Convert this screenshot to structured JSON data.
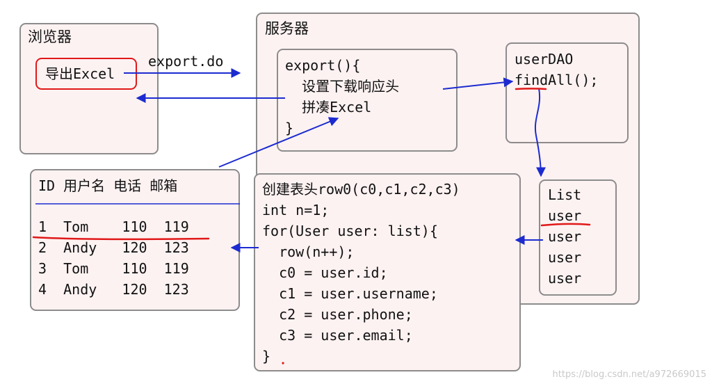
{
  "browser": {
    "title": "浏览器",
    "export_button": "导出Excel"
  },
  "server": {
    "title": "服务器",
    "export_func": {
      "lines": [
        "export(){",
        "  设置下载响应头",
        "  拼凑Excel",
        "}"
      ]
    },
    "dao": {
      "lines": [
        "userDAO",
        "findAll();"
      ]
    },
    "list": {
      "lines": [
        "List",
        "user",
        "user",
        "user",
        "user"
      ]
    }
  },
  "arrows": {
    "request_label": "export.do"
  },
  "excel_table": {
    "header": "ID 用户名 电话 邮箱",
    "rows": [
      "1  Tom    110  119",
      "2  Andy   120  123",
      "3  Tom    110  119",
      "4  Andy   120  123"
    ]
  },
  "code_block": {
    "lines": [
      "创建表头row0(c0,c1,c2,c3)",
      "int n=1;",
      "for(User user: list){",
      "  row(n++);",
      "  c0 = user.id;",
      "  c1 = user.username;",
      "  c2 = user.phone;",
      "  c3 = user.email;",
      "} "
    ]
  },
  "watermark": "https://blog.csdn.net/a972669015",
  "colors": {
    "arrow": "#1c2bd0",
    "annotation_red": "#e01818",
    "box_fill": "#fdf2f2",
    "box_border": "#8c8c8c"
  }
}
